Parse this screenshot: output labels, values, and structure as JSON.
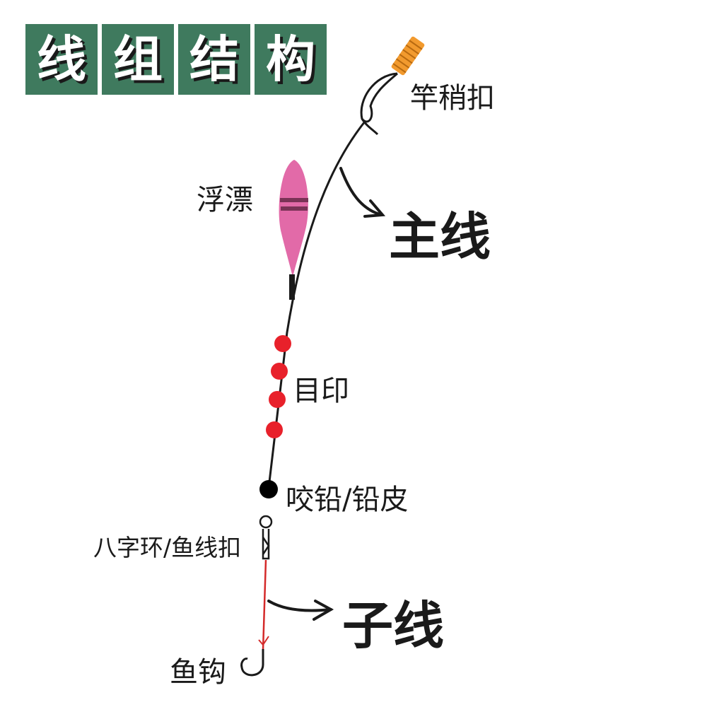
{
  "title": [
    "线",
    "组",
    "结",
    "构"
  ],
  "labels": {
    "rod_tip_connector": "竿稍扣",
    "float": "浮漂",
    "main_line": "主线",
    "bead_markers": "目印",
    "split_shot": "咬铅/铅皮",
    "swivel": "八字环/鱼线扣",
    "leader_line": "子线",
    "hook": "鱼钩"
  },
  "colors": {
    "title_bg": "#3f7a5e",
    "title_text": "#ffffff",
    "line": "#1a1a1a",
    "float_body": "#e26aa8",
    "connector": "#f29a2e",
    "beads": "#e8212b",
    "leader": "#d42a2a"
  }
}
